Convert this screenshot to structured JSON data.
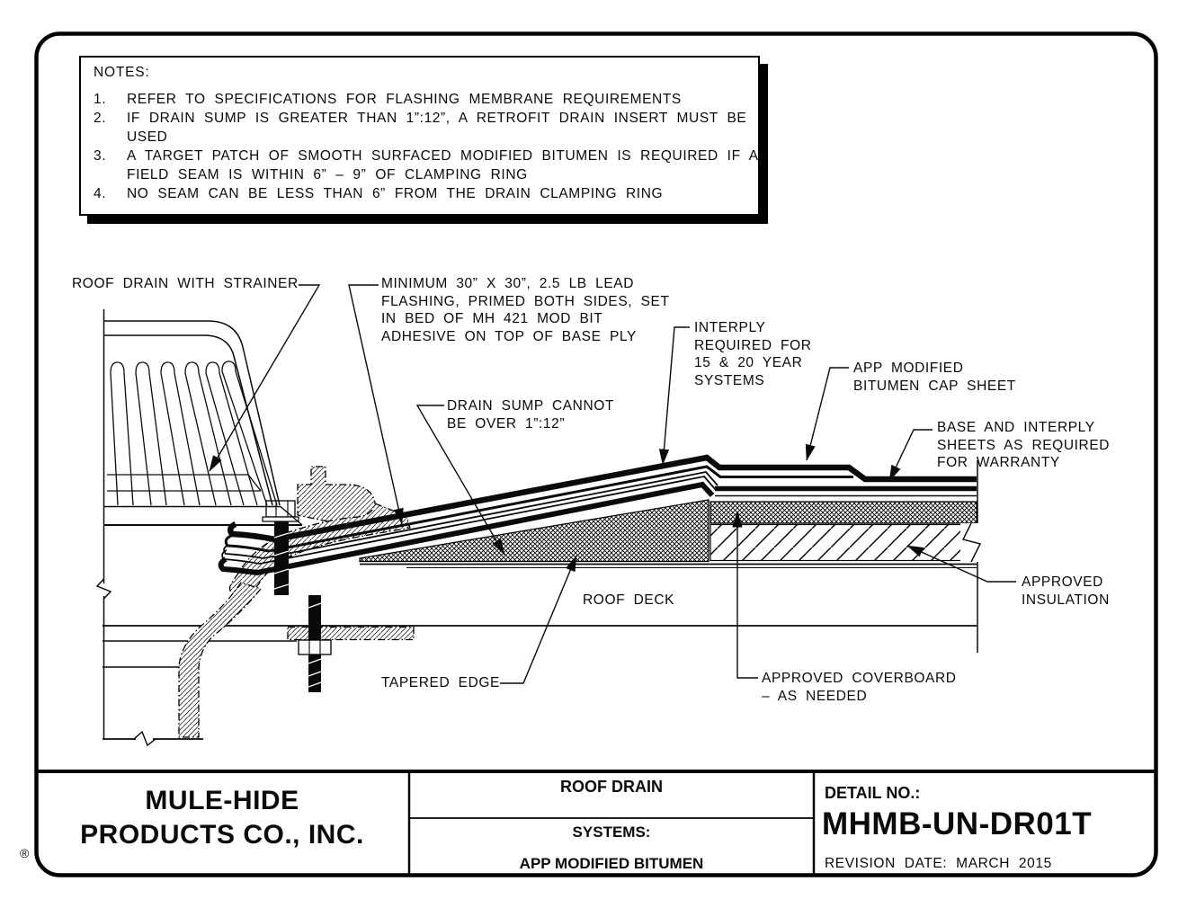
{
  "notes_box": {
    "title": "NOTES:",
    "items": [
      {
        "num": "1.",
        "lines": [
          "REFER TO SPECIFICATIONS FOR FLASHING MEMBRANE REQUIREMENTS"
        ]
      },
      {
        "num": "2.",
        "lines": [
          "IF DRAIN SUMP IS GREATER THAN 1”:12”, A RETROFIT DRAIN INSERT MUST BE",
          "USED"
        ]
      },
      {
        "num": "3.",
        "lines": [
          "A TARGET PATCH OF SMOOTH SURFACED MODIFIED BITUMEN IS REQUIRED IF A",
          "FIELD SEAM IS WITHIN 6” – 9” OF CLAMPING RING"
        ]
      },
      {
        "num": "4.",
        "lines": [
          "NO SEAM CAN BE LESS THAN 6” FROM THE DRAIN CLAMPING RING"
        ]
      }
    ]
  },
  "callouts": {
    "roof_drain_strainer": {
      "lines": [
        "ROOF DRAIN WITH STRAINER"
      ]
    },
    "lead_flashing": {
      "lines": [
        "MINIMUM 30” X 30”, 2.5 LB LEAD",
        "FLASHING, PRIMED BOTH SIDES, SET",
        "IN BED OF MH 421 MOD BIT",
        "ADHESIVE ON TOP OF BASE PLY"
      ]
    },
    "drain_sump": {
      "lines": [
        "DRAIN SUMP CANNOT",
        "BE OVER 1”:12”"
      ]
    },
    "interply": {
      "lines": [
        "INTERPLY",
        "REQUIRED FOR",
        "15 & 20 YEAR",
        "SYSTEMS"
      ]
    },
    "cap_sheet": {
      "lines": [
        "APP MODIFIED",
        "BITUMEN CAP SHEET"
      ]
    },
    "base_interply": {
      "lines": [
        "BASE AND INTERPLY",
        "SHEETS AS REQUIRED",
        "FOR WARRANTY"
      ]
    },
    "roof_deck": {
      "lines": [
        "ROOF DECK"
      ]
    },
    "tapered_edge": {
      "lines": [
        "TAPERED EDGE"
      ]
    },
    "coverboard": {
      "lines": [
        "APPROVED COVERBOARD",
        "– AS NEEDED"
      ]
    },
    "insulation": {
      "lines": [
        "APPROVED",
        "INSULATION"
      ]
    }
  },
  "title_block": {
    "company_line1": "MULE-HIDE",
    "company_line2": "PRODUCTS CO., INC.",
    "drawing_title": "ROOF DRAIN",
    "systems_label": "SYSTEMS:",
    "system_name": "APP MODIFIED BITUMEN",
    "detail_no_label": "DETAIL NO.:",
    "detail_no": "MHMB-UN-DR01T",
    "revision": "REVISION  DATE:  MARCH  2015",
    "registered_mark": "®"
  },
  "colors": {
    "ink": "#0a0a0a",
    "paper": "#ffffff"
  }
}
